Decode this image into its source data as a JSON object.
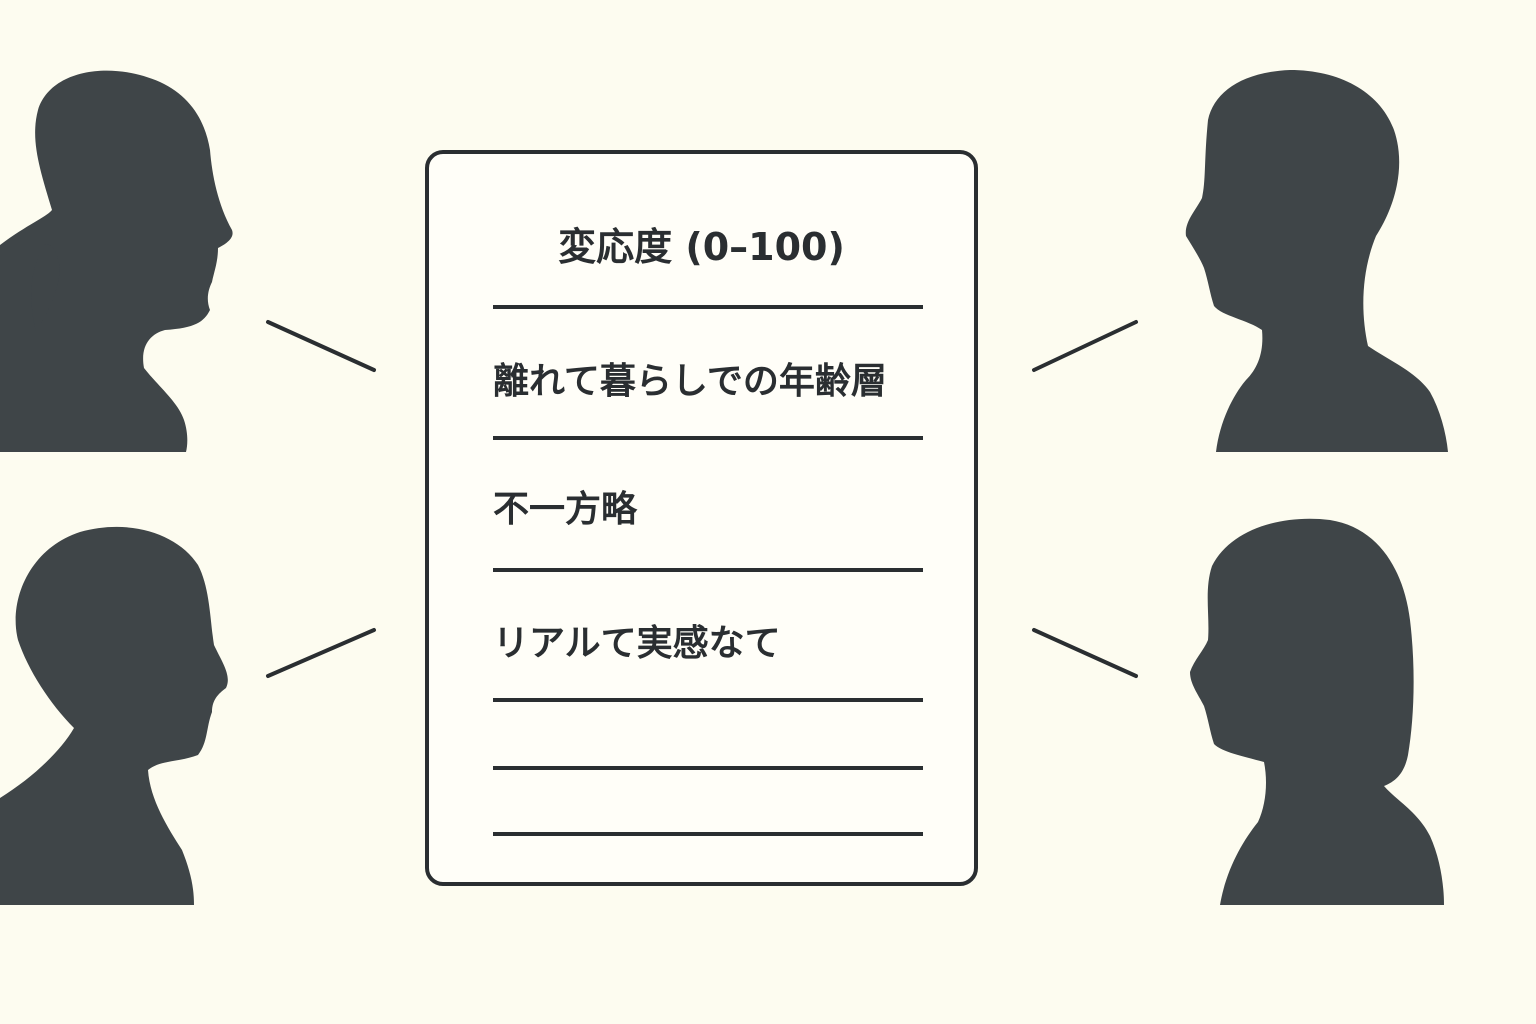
{
  "survey_card": {
    "title": "変応度 (0–100)",
    "items": [
      "離れて暮らしでの年齢層",
      "不一方略",
      "リアルて実感なて"
    ],
    "blank_lines": 3
  },
  "people": [
    {
      "name": "woman-ponytail",
      "position": "top-left"
    },
    {
      "name": "man",
      "position": "bottom-left"
    },
    {
      "name": "man",
      "position": "top-right"
    },
    {
      "name": "woman-long-hair",
      "position": "bottom-right"
    }
  ],
  "colors": {
    "background": "#fdfcf0",
    "silhouette": "#3f4548",
    "ink": "#2a2e31",
    "card": "#fffef8"
  }
}
